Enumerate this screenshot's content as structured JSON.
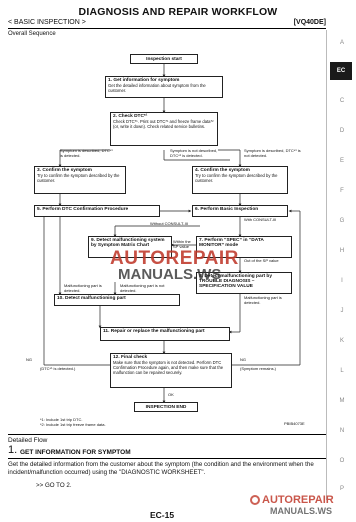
{
  "header": {
    "title": "DIAGNOSIS AND REPAIR WORKFLOW",
    "section": "< BASIC INSPECTION >",
    "model": "[VQ40DE]",
    "subtitle": "Overall Sequence"
  },
  "side_tabs": {
    "active": "EC",
    "letters": [
      "A",
      "C",
      "D",
      "E",
      "F",
      "G",
      "H",
      "I",
      "J",
      "K",
      "L",
      "M",
      "N",
      "O",
      "P"
    ]
  },
  "flow": {
    "start": "Inspection start",
    "s1_title": "1. Get information for symptom",
    "s1_body": "Get the detailed information about symptom from the customer.",
    "s2_title": "2. Check DTC*¹",
    "s2_body": "Check DTC*¹. Print out DTC*¹ and freeze frame data*² (or, write it down). Check related service bulletins.",
    "branch_left": "Symptom is described, DTC*¹ is detected.",
    "branch_right": "Symptom is not described, DTC*¹ is detected.",
    "branch_nodtc": "Symptom is described, DTC*¹ is not detected.",
    "s3_title": "3. Confirm the symptom",
    "s3_body": "Try to confirm the symptom described by the customer.",
    "s4_title": "4. Confirm the symptom",
    "s4_body": "Try to confirm the symptom described by the customer.",
    "s5_title": "5. Perform DTC Confirmation Procedure",
    "s6_title": "6. Perform Basic Inspection",
    "with_consult": "With CONSULT-III",
    "without_consult": "Without CONSULT-III",
    "s9_title": "9. Detect malfunctioning system by Symptom Matrix Chart",
    "within_sv": "Within the SP value",
    "s7_title": "7. Perform “SPEC” in “DATA MONITOR” mode",
    "out_sv": "Out of the SP value",
    "s8_title": "8. Detect malfunctioning part by TROUBLE DIAGNOSIS – SPECIFICATION VALUE",
    "part_detected": "Malfunctioning part is detected.",
    "part_not_detected": "Malfunctioning part is not detected.",
    "part_detected_r": "Malfunctioning part is detected.",
    "s10_title": "10. Detect malfunctioning part",
    "s11_title": "11. Repair or replace the malfunctioning part",
    "s12_title": "12. Final check",
    "s12_body": "Make sure that the symptom is not detected. Perform DTC Confirmation Procedure again, and then make sure that the malfunction can be repaired securely.",
    "ng_left": "NG",
    "ng_left_note": "(DTC*¹ is detected.)",
    "ng_right": "NG",
    "ng_right_note": "(Symptom remains.)",
    "ok": "OK",
    "end": "INSPECTION END",
    "fn1": "*1: Include 1st trip DTC.",
    "fn2": "*2: Include 1st trip freeze frame data.",
    "fig_code": "PBIB4073E"
  },
  "detail": {
    "heading": "Detailed Flow",
    "step_num": "1.",
    "step_title": "GET INFORMATION FOR SYMPTOM",
    "text": "Get the detailed information from the customer about the symptom (the condition and the environment when the incident/malfunction occurred) using the \"DIAGNOSTIC WORKSHEET\".",
    "goto": ">> GO TO 2."
  },
  "watermark": {
    "line1": "AUTOREPAIR",
    "line2": "MANUALS.WS",
    "line1_b": "AUTOREPAIR",
    "line2_b": "MANUALS.WS"
  },
  "page_number": "EC-15"
}
